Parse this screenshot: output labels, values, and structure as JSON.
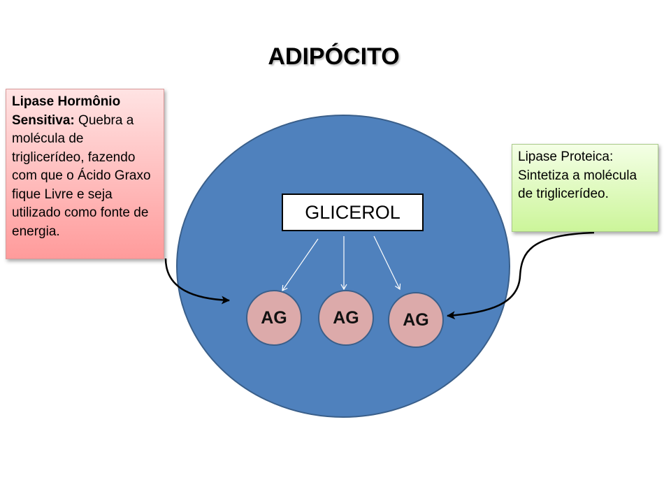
{
  "title": "ADIPÓCITO",
  "cell": {
    "fill": "#4f81bd",
    "stroke": "#3a5f8a"
  },
  "glicerol": {
    "label": "GLICEROL"
  },
  "fatty_acids": [
    {
      "label": "AG"
    },
    {
      "label": "AG"
    },
    {
      "label": "AG"
    }
  ],
  "callouts": {
    "left": {
      "heading": "Lipase Hormônio Sensitiva:",
      "body": " Quebra a molécula de triglicerídeo, fazendo com que o Ácido Graxo fique Livre e seja utilizado como fonte de energia."
    },
    "right": {
      "body": "Lipase Proteica: Sintetiza a molécula de triglicerídeo."
    }
  },
  "colors": {
    "ag_fill": "#dcaaaa",
    "left_callout": "#ff9b9b",
    "right_callout": "#ccf59a"
  }
}
